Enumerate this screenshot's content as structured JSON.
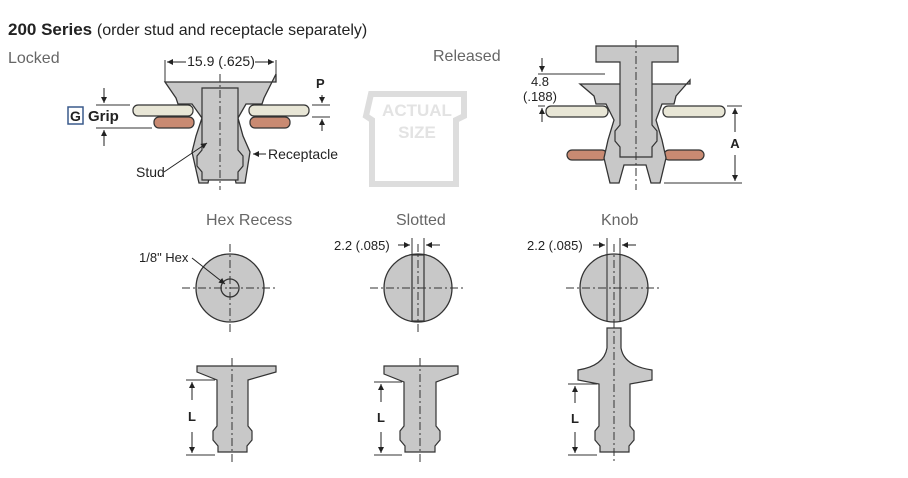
{
  "header": {
    "series": "200 Series",
    "subtitle": "(order stud and receptacle separately)"
  },
  "views": {
    "locked": "Locked",
    "released": "Released",
    "hex_recess": "Hex Recess",
    "slotted": "Slotted",
    "knob": "Knob"
  },
  "stamp": {
    "line1": "ACTUAL",
    "line2": "SIZE"
  },
  "callouts": {
    "width": "15.9 (.625)",
    "p": "P",
    "g_box": "G",
    "grip": "Grip",
    "stud": "Stud",
    "receptacle": "Receptacle",
    "released_h1": "4.8",
    "released_h2": "(.188)",
    "a": "A",
    "hex": "1/8\" Hex",
    "slot_w": "2.2 (.085)",
    "knob_w": "2.2 (.085)",
    "l_hex": "L",
    "l_slot": "L",
    "l_knob": "L"
  },
  "colors": {
    "metal": "#c8c8c8",
    "panel_top": "#e8e6d6",
    "panel_bottom": "#c98a72",
    "outline": "#333333",
    "stamp": "#dddddd",
    "g_box_border": "#3a5a8c"
  }
}
